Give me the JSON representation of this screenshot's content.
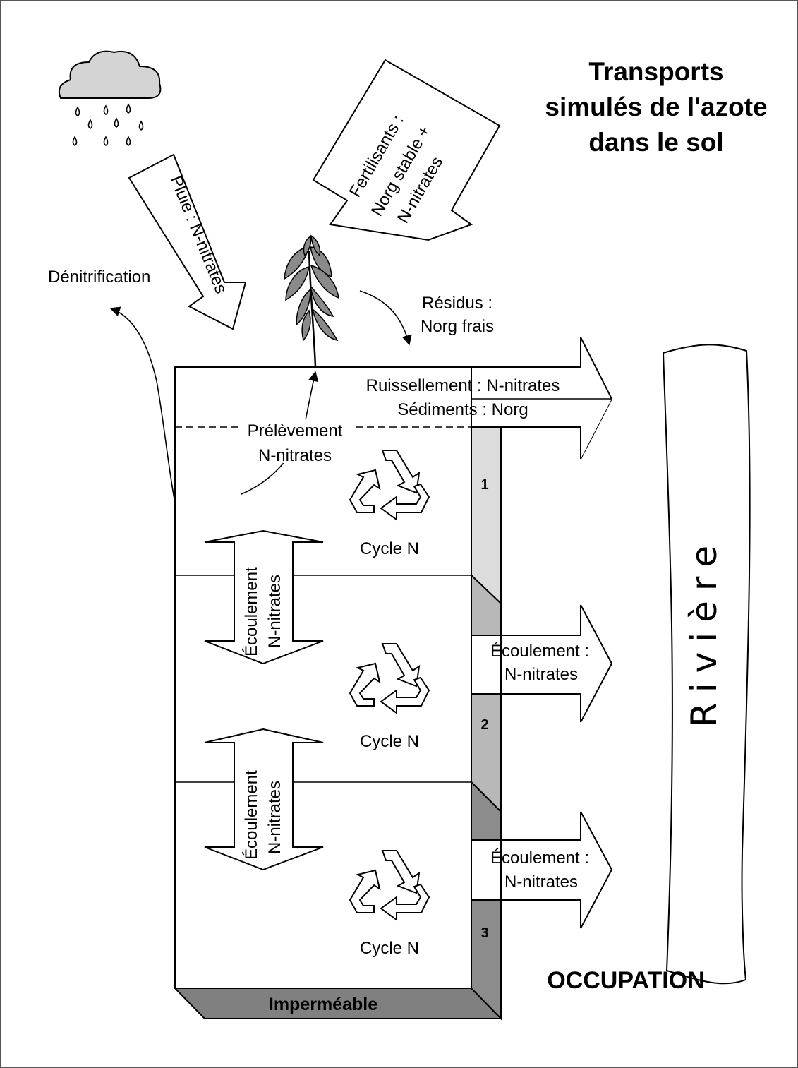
{
  "title": {
    "line1": "Transports",
    "line2": "simulés de l'azote",
    "line3": "dans le sol"
  },
  "inputs": {
    "rain": "Pluie : N-nitrates",
    "fertilizer_line1": "Fertilisants :",
    "fertilizer_line2": "Norg stable +",
    "fertilizer_line3": "N-nitrates",
    "denitrification": "Dénitrification",
    "residues_line1": "Résidus :",
    "residues_line2": "Norg frais"
  },
  "surface": {
    "runoff": "Ruissellement : N-nitrates",
    "sediments": "Sédiments : Norg"
  },
  "uptake": {
    "line1": "Prélèvement",
    "line2": "N-nitrates"
  },
  "layers": [
    {
      "number": "1",
      "cycle": "Cycle N"
    },
    {
      "number": "2",
      "cycle": "Cycle N"
    },
    {
      "number": "3",
      "cycle": "Cycle N"
    }
  ],
  "vertical_flows": [
    {
      "line1": "Écoulement",
      "line2": "N-nitrates"
    },
    {
      "line1": "Écoulement",
      "line2": "N-nitrates"
    }
  ],
  "lateral_flows": [
    {
      "line1": "Écoulement :",
      "line2": "N-nitrates"
    },
    {
      "line1": "Écoulement :",
      "line2": "N-nitrates"
    }
  ],
  "bottom": "Imperméable",
  "river": "Rivière",
  "occupation": "OCCUPATION",
  "colors": {
    "layer1": "#dcdcdc",
    "layer2": "#b8b8b8",
    "layer3": "#8c8c8c",
    "cloud": "#d4d4d4",
    "plant": "#8a8a8a"
  }
}
